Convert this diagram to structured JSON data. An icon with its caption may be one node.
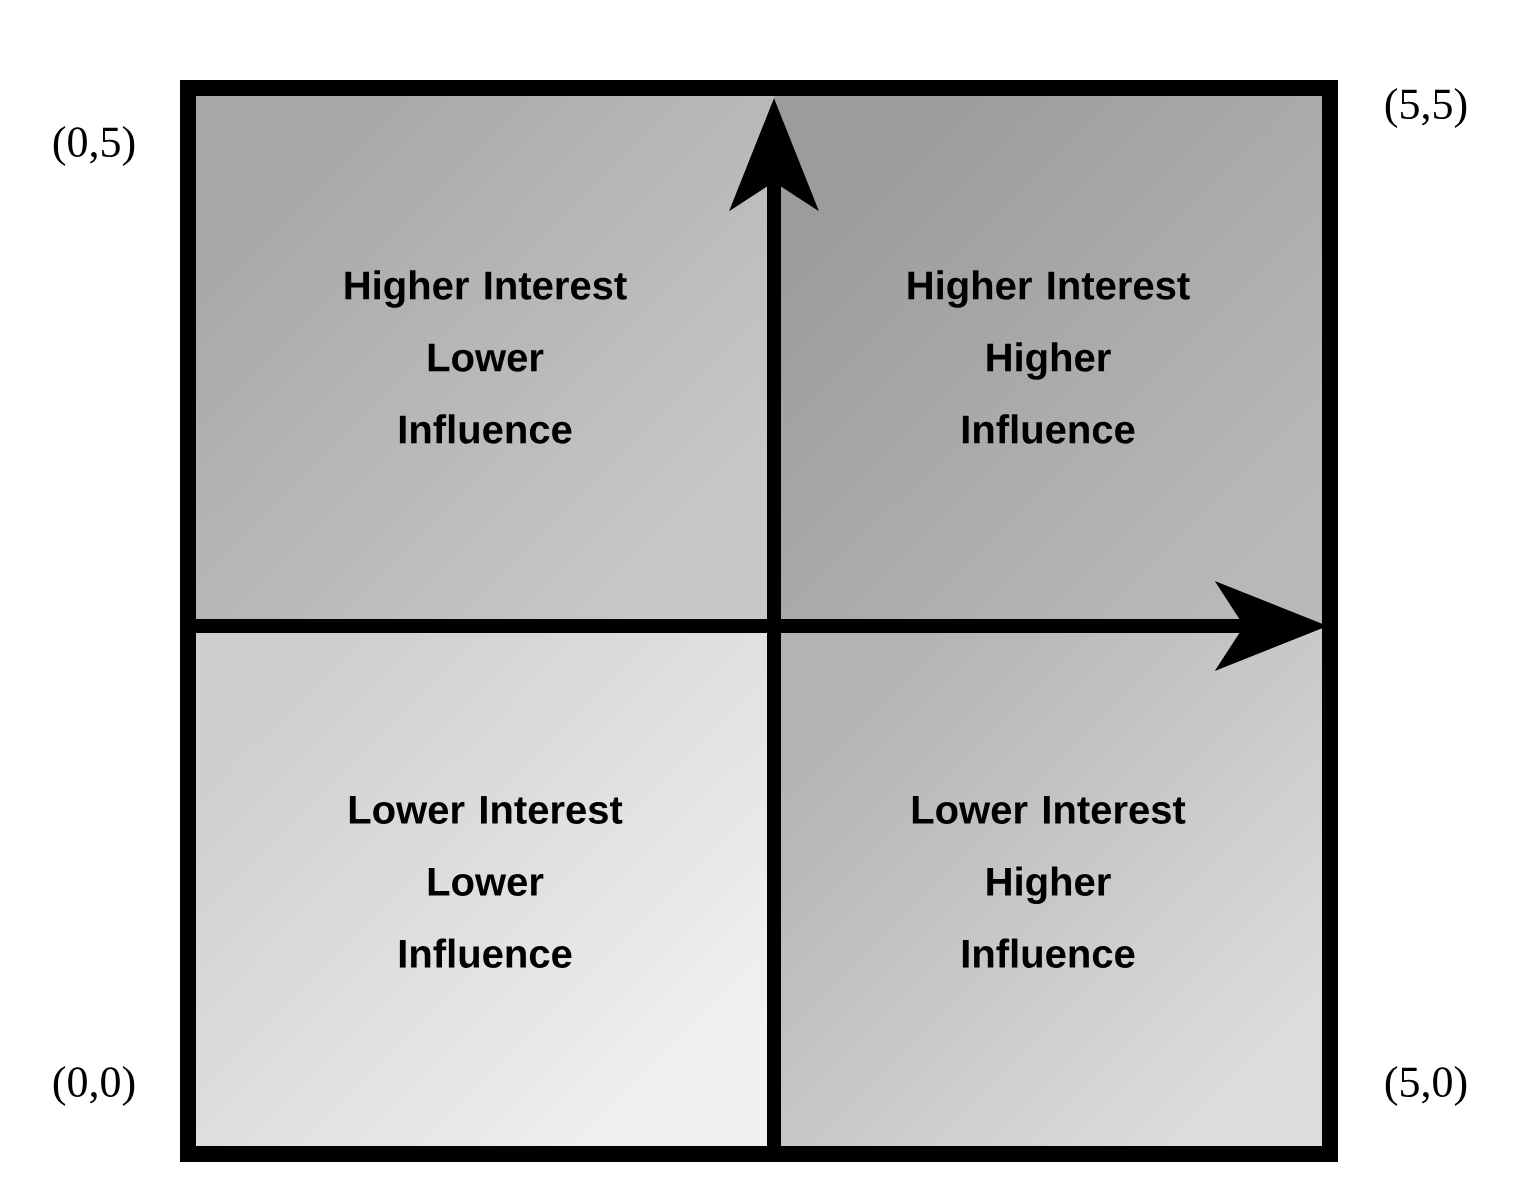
{
  "diagram": {
    "nodes": [
      {
        "text": [
          "Higher Interest",
          "Lower Influence"
        ]
      },
      {
        "text": [
          "Higher Interest",
          "Higher Influence"
        ]
      },
      {
        "text": [
          "Lower Interest",
          "Lower Influence"
        ]
      },
      {
        "text": [
          "Lower Interest",
          "Higher Influence"
        ]
      }
    ],
    "labels": [
      "(0,5)",
      "(5,5)",
      "(0,0)",
      "(5,0)"
    ]
  }
}
